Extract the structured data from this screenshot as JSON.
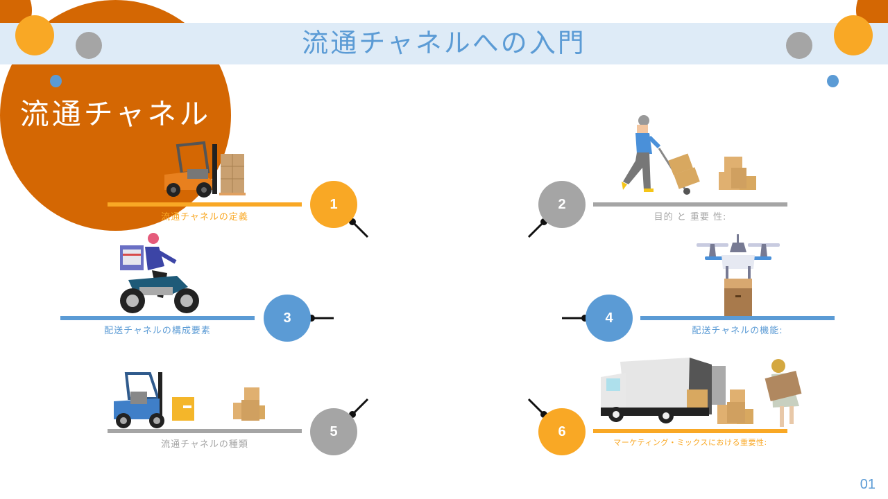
{
  "slide": {
    "title": "流通チャネルへの入門",
    "page_number": "01"
  },
  "hub": {
    "label": "流通チャネル",
    "color": "#d46703"
  },
  "colors": {
    "orange": "#f9a825",
    "gray": "#a5a5a5",
    "blue": "#5b9bd5",
    "dark_orange": "#d46703",
    "header_band": "#deebf7"
  },
  "nodes": [
    {
      "number": "1",
      "caption": "流通チャネルの定義",
      "color": "#f9a825",
      "illustration": "orange-forklift-icon"
    },
    {
      "number": "2",
      "caption": "目的 と 重要 性:",
      "color": "#a5a5a5",
      "illustration": "hand-truck-worker-icon"
    },
    {
      "number": "3",
      "caption": "配送チャネルの構成要素",
      "color": "#5b9bd5",
      "illustration": "delivery-motorcycle-icon"
    },
    {
      "number": "4",
      "caption": "配送チャネルの機能:",
      "color": "#5b9bd5",
      "illustration": "delivery-drone-icon"
    },
    {
      "number": "5",
      "caption": "流通チャネルの種類",
      "color": "#a5a5a5",
      "illustration": "blue-forklift-icon"
    },
    {
      "number": "6",
      "caption": "マーケティング・ミックスにおける重要性:",
      "color": "#f9a825",
      "illustration": "delivery-truck-icon"
    }
  ]
}
